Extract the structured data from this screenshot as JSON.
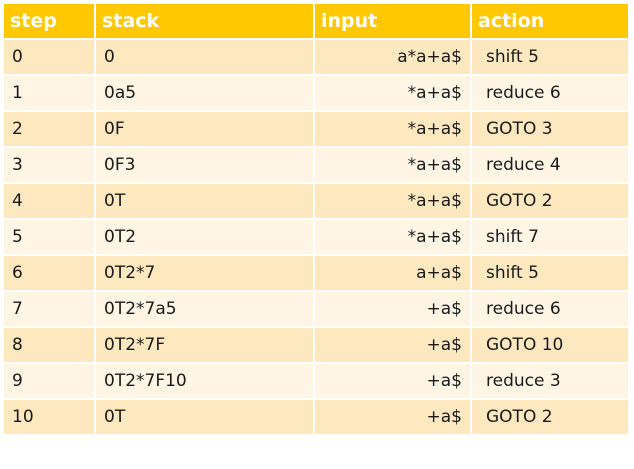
{
  "table": {
    "headers": {
      "step": "step",
      "stack": "stack",
      "input": "input",
      "action": "action"
    },
    "rows": [
      {
        "step": "0",
        "stack": "0",
        "input": "a*a+a$",
        "action": "shift 5"
      },
      {
        "step": "1",
        "stack": "0a5",
        "input": "*a+a$",
        "action": "reduce 6"
      },
      {
        "step": "2",
        "stack": "0F",
        "input": "*a+a$",
        "action": "GOTO 3"
      },
      {
        "step": "3",
        "stack": "0F3",
        "input": "*a+a$",
        "action": "reduce 4"
      },
      {
        "step": "4",
        "stack": "0T",
        "input": "*a+a$",
        "action": "GOTO 2"
      },
      {
        "step": "5",
        "stack": "0T2",
        "input": "*a+a$",
        "action": "shift 7"
      },
      {
        "step": "6",
        "stack": "0T2*7",
        "input": "a+a$",
        "action": "shift 5"
      },
      {
        "step": "7",
        "stack": "0T2*7a5",
        "input": "+a$",
        "action": "reduce 6"
      },
      {
        "step": "8",
        "stack": "0T2*7F",
        "input": "+a$",
        "action": "GOTO 10"
      },
      {
        "step": "9",
        "stack": "0T2*7F10",
        "input": "+a$",
        "action": "reduce 3"
      },
      {
        "step": "10",
        "stack": "0T",
        "input": "+a$",
        "action": "GOTO 2"
      }
    ]
  },
  "colors": {
    "header_bg": "#ffc800",
    "header_text": "#ffffff",
    "row_odd_bg": "#fde8c0",
    "row_even_bg": "#fef5e5"
  }
}
